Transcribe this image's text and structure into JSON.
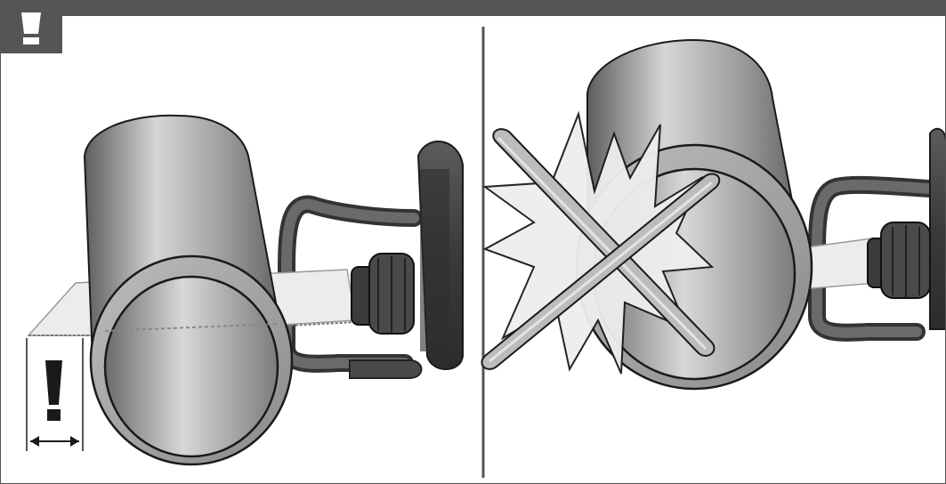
{
  "figure": {
    "panels": [
      {
        "id": "correct-usage",
        "state": "allowed"
      },
      {
        "id": "incorrect-usage",
        "state": "forbidden"
      }
    ],
    "badge_icon": "exclamation-warning-icon",
    "marker_icon": "exclamation-mark-icon",
    "colors": {
      "header": "#555555",
      "pipe_light": "#c8c8c8",
      "pipe_dark": "#6e6e6e",
      "tool_body": "#3f3f3f",
      "blade": "#ececec",
      "outline": "#1a1a1a"
    }
  }
}
